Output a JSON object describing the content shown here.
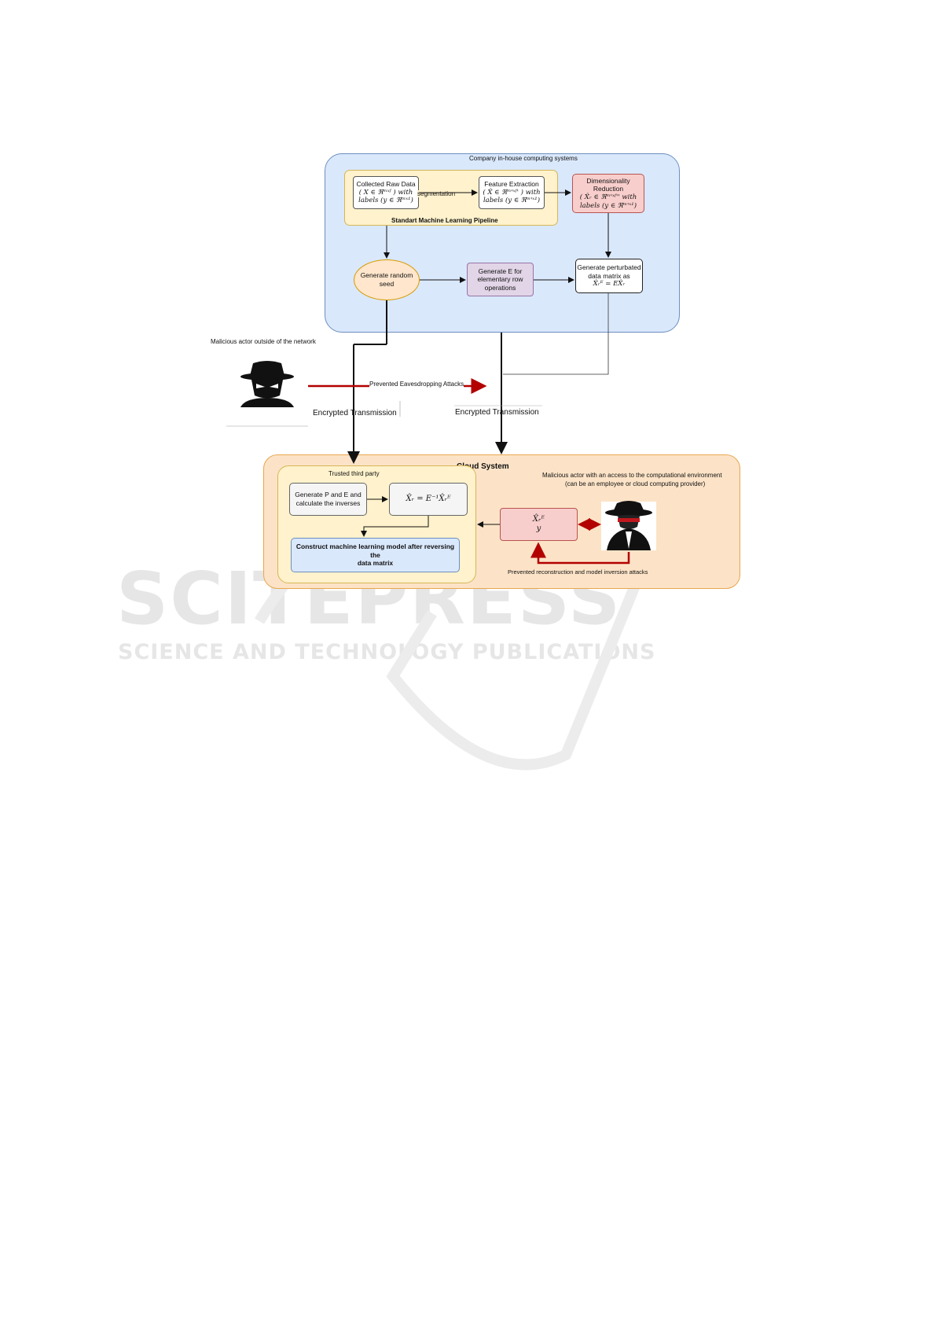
{
  "company": {
    "title": "Company in-house computing systems",
    "pipeline_label": "Standart Machine Learning Pipeline",
    "raw_data": {
      "line1": "Collected Raw Data",
      "line2": "( X ∈ ℜᵐˣᶠ ) with",
      "line3": "labels (y ∈ ℜᵐˣ¹)"
    },
    "segmentation": "segmentation",
    "feature_extraction": {
      "line1": "Feature Extraction",
      "line2": "( X̂ ∈ ℜᵐ'ˣᶠ' ) with",
      "line3": "labels (y ∈ ℜᵐ'ˣ¹)"
    },
    "dim_reduction": {
      "line1": "Dimensionality",
      "line2": "Reduction",
      "line3": "( X̂ᵣ ∈ ℜᵐ'ˣᶠ'' with",
      "line4": "labels (y ∈ ℜᵐ'ˣ¹)"
    },
    "random_seed": {
      "line1": "Generate random",
      "line2": "seed"
    },
    "generate_e": {
      "line1": "Generate E for",
      "line2": "elementary row",
      "line3": "operations"
    },
    "perturbed": {
      "line1": "Generate perturbated",
      "line2": "data matrix as",
      "line3": "X̂ᵣᴱ = EX̂ᵣ"
    }
  },
  "external": {
    "actor_label": "Malicious actor outside of the network",
    "eavesdrop_label": "Prevented Eavesdropping Attacks",
    "enc_left": "Encrypted Transmission",
    "enc_right": "Encrypted Transmission"
  },
  "cloud": {
    "title": "Cloud System",
    "actor_line1": "Malicious actor with an access to the computational environment",
    "actor_line2": "(can be an employee or cloud computing provider)",
    "ttp_title": "Trusted third party",
    "gen_pe": {
      "line1": "Generate P and E and",
      "line2": "calculate the inverses"
    },
    "inverse": "X̂ᵣ = E⁻¹X̂ᵣᴱ",
    "construct": {
      "line1": "Construct machine learning model after reversing the",
      "line2": "data matrix"
    },
    "data_box": {
      "line1": "X̂ᵣᴱ",
      "line2": "y"
    },
    "attack_label": "Prevented reconstruction and model inversion attacks"
  },
  "watermark": {
    "main": "SCITEPRESS",
    "sub": "SCIENCE AND TECHNOLOGY PUBLICATIONS"
  },
  "colors": {
    "company_bg": "#dae8fc",
    "company_border": "#6c8ebf",
    "pipeline_bg": "#fff2cc",
    "pipeline_border": "#d6b656",
    "red_box": "#f8cecc",
    "red_border": "#b85450",
    "seed_bg": "#ffe6cc",
    "seed_border": "#d79b00",
    "purple_bg": "#e1d5e7",
    "purple_border": "#9673a6",
    "cloud_bg": "#fce3c7",
    "cloud_border": "#e8a64f",
    "arrow_red": "#b30000"
  }
}
